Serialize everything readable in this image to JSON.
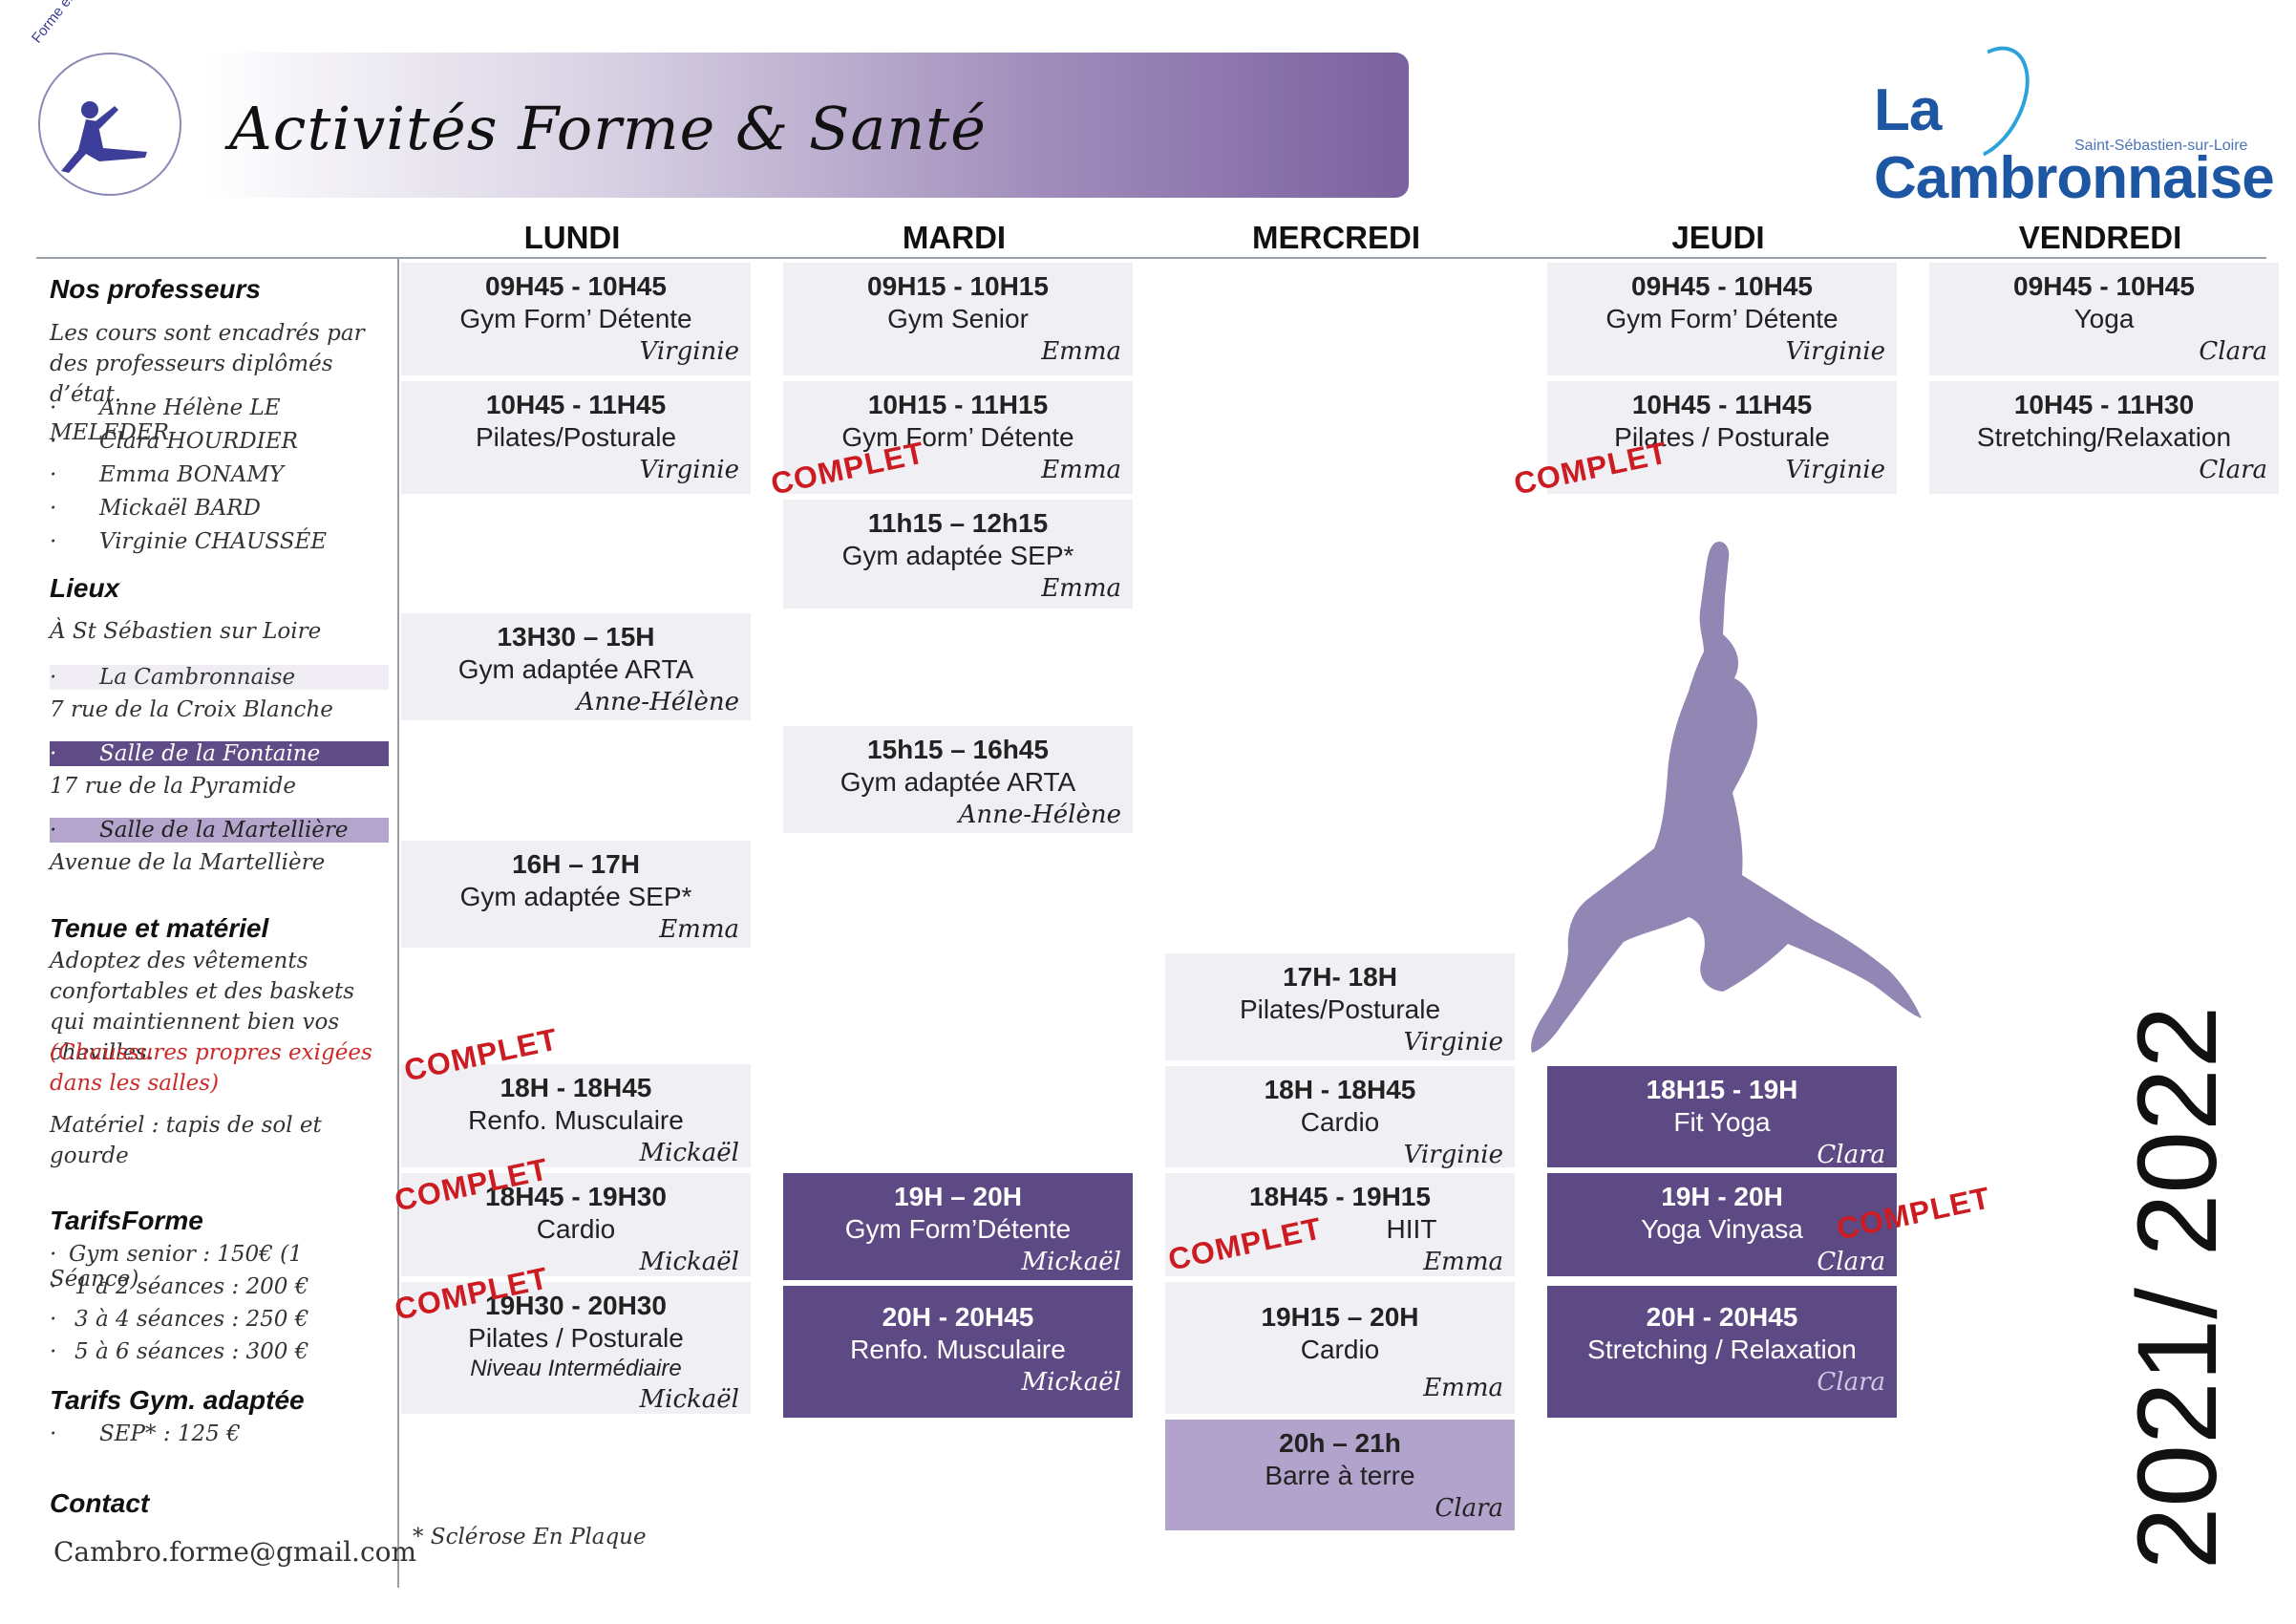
{
  "header": {
    "logo_arc": "Forme et Santé",
    "title": "Activités Forme & Santé",
    "brand": "La Cambronnaise",
    "brand_sub": "Saint-Sébastien-sur-Loire",
    "year": "2021/ 2022"
  },
  "days": [
    "LUNDI",
    "MARDI",
    "MERCREDI",
    "JEUDI",
    "VENDREDI"
  ],
  "sidebar": {
    "profs_title": "Nos professeurs",
    "profs_intro": "Les cours sont encadrés par des professeurs diplômés d’état.",
    "profs": [
      "Anne Hélène LE MELEDER",
      "Clara HOURDIER",
      "Emma BONAMY",
      "Mickaël BARD",
      "Virginie CHAUSSÉE"
    ],
    "lieux_title": "Lieux",
    "lieux_intro": "À St Sébastien sur Loire",
    "lieux": [
      {
        "name": "La Cambronnaise",
        "address": "7 rue de la Croix Blanche"
      },
      {
        "name": "Salle de la Fontaine",
        "address": "17 rue de la Pyramide"
      },
      {
        "name": "Salle de la Martellière",
        "address": "Avenue de la Martellière"
      }
    ],
    "tenue_title": "Tenue et matériel",
    "tenue_text": "Adoptez des vêtements confortables et des baskets qui maintiennent bien vos chevilles.",
    "tenue_note": "(Chaussures propres exigées dans les salles)",
    "materiel": "Matériel : tapis de sol et gourde",
    "tarifs_title": "TarifsForme",
    "tarifs": [
      "Gym senior : 150€ (1 Séance)",
      "1 à 2 séances : 200 €",
      "3 à 4 séances : 250 €",
      "5 à 6 séances : 300 €"
    ],
    "tarifs_gym_title": "Tarifs Gym. adaptée",
    "tarifs_gym": [
      "SEP* : 125 €"
    ],
    "contact_title": "Contact",
    "contact_email": "Cambro.forme@gmail.com"
  },
  "footnote": "* Sclérose En Plaque",
  "complet_label": "COMPLET",
  "courses": [
    {
      "time": "09H45 - 10H45",
      "name": "Gym Form’ Détente",
      "prof": "Virginie"
    },
    {
      "time": "10H45 - 11H45",
      "name": "Pilates/Posturale",
      "prof": "Virginie"
    },
    {
      "time": "13H30 – 15H",
      "name": "Gym adaptée ARTA",
      "prof": "Anne-Hélène"
    },
    {
      "time": "16H – 17H",
      "name": "Gym adaptée SEP*",
      "prof": "Emma"
    },
    {
      "time": "18H - 18H45",
      "name": "Renfo. Musculaire",
      "prof": "Mickaël"
    },
    {
      "time": "18H45 - 19H30",
      "name": "Cardio",
      "prof": "Mickaël"
    },
    {
      "time": "19H30 - 20H30",
      "name": "Pilates / Posturale",
      "level": "Niveau Intermédiaire",
      "prof": "Mickaël"
    },
    {
      "time": "09H15 - 10H15",
      "name": "Gym Senior",
      "prof": "Emma"
    },
    {
      "time": "10H15 - 11H15",
      "name": "Gym Form’ Détente",
      "prof": "Emma"
    },
    {
      "time": "11h15 – 12h15",
      "name": "Gym adaptée SEP*",
      "prof": "Emma"
    },
    {
      "time": "15h15 – 16h45",
      "name": "Gym adaptée ARTA",
      "prof": "Anne-Hélène"
    },
    {
      "time": "19H – 20H",
      "name": "Gym Form’Détente",
      "prof": "Mickaël"
    },
    {
      "time": "20H - 20H45",
      "name": "Renfo. Musculaire",
      "prof": "Mickaël"
    },
    {
      "time": "17H- 18H",
      "name": "Pilates/Posturale",
      "prof": "Virginie"
    },
    {
      "time": "18H - 18H45",
      "name": "Cardio",
      "prof": "Virginie"
    },
    {
      "time": "18H45 - 19H15",
      "name": "HIIT",
      "prof": "Emma"
    },
    {
      "time": "19H15 – 20H",
      "name": "Cardio",
      "prof": "Emma"
    },
    {
      "time": "20h – 21h",
      "name": "Barre à terre",
      "prof": "Clara"
    },
    {
      "time": "09H45 - 10H45",
      "name": "Gym Form’ Détente",
      "prof": "Virginie"
    },
    {
      "time": "10H45 - 11H45",
      "name": "Pilates / Posturale",
      "prof": "Virginie"
    },
    {
      "time": "18H15 - 19H",
      "name": "Fit Yoga",
      "prof": "Clara"
    },
    {
      "time": "19H - 20H",
      "name": "Yoga Vinyasa",
      "prof": "Clara"
    },
    {
      "time": "20H - 20H45",
      "name": "Stretching / Relaxation",
      "prof": "Clara"
    },
    {
      "time": "09H45 - 10H45",
      "name": "Yoga",
      "prof": "Clara"
    },
    {
      "time": "10H45 - 11H30",
      "name": "Stretching/Relaxation",
      "prof": "Clara"
    }
  ]
}
